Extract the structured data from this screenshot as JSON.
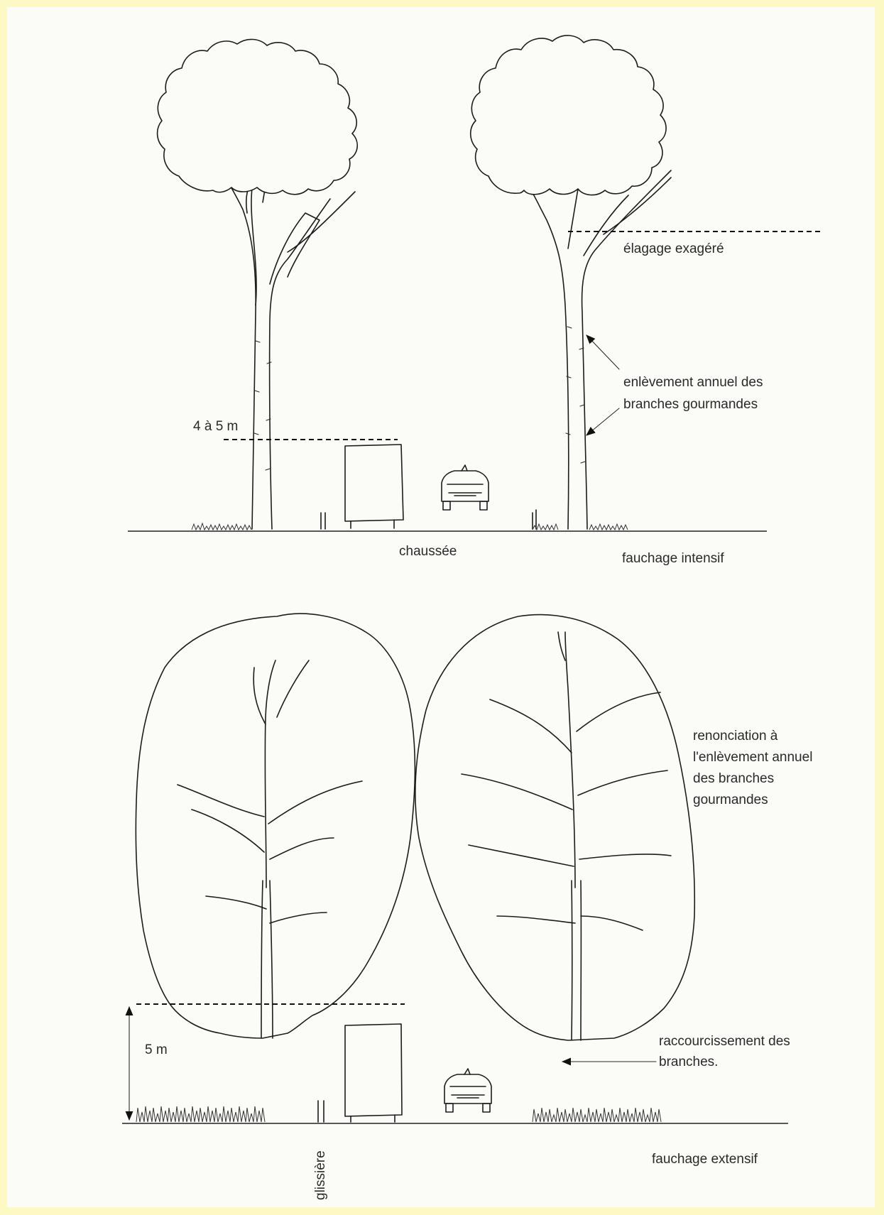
{
  "labels": {
    "top": {
      "pruning": "élagage exagéré",
      "suckers_line1": "enlèvement annuel des",
      "suckers_line2": "branches gourmandes",
      "clearance": "4 à 5 m",
      "road": "chaussée",
      "mowing": "fauchage intensif"
    },
    "bottom": {
      "renounce_line1": "renonciation à",
      "renounce_line2": "l'enlèvement annuel",
      "renounce_line3": "des branches",
      "renounce_line4": "gourmandes",
      "clearance": "5 m",
      "shortening_line1": "raccourcissement des",
      "shortening_line2": "branches.",
      "guardrail": "glissière",
      "mowing": "fauchage extensif"
    }
  },
  "colors": {
    "frame": "#fdf9c4",
    "paper": "#fbfbf8",
    "ink": "#1c1c1c"
  }
}
